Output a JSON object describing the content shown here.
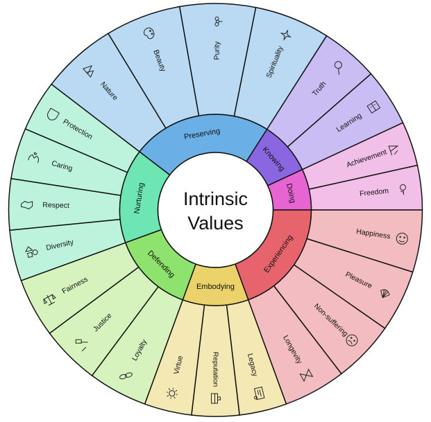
{
  "title": [
    "Intrinsic",
    "Values"
  ],
  "colors": {
    "preserving": [
      "#b9daf2",
      "#6ab0e6"
    ],
    "knowing": [
      "#c9bdf3",
      "#8a66e1"
    ],
    "doing": [
      "#f2bfe8",
      "#e765d2"
    ],
    "experiencing": [
      "#f3bcc0",
      "#e7646c"
    ],
    "embodying": [
      "#f4e9b4",
      "#ebd26a"
    ],
    "defending": [
      "#d6f2bd",
      "#8de36d"
    ],
    "nurturing": [
      "#bdf3dd",
      "#6de6b4"
    ]
  },
  "categories": [
    {
      "name": "Preserving",
      "color": "preserving",
      "start": -52.5,
      "end": 32.5,
      "values": [
        {
          "label": "Nature",
          "icon": "trees-icon"
        },
        {
          "label": "Beauty",
          "icon": "palette-icon"
        },
        {
          "label": "Purity",
          "icon": "flower-icon"
        },
        {
          "label": "Spirituality",
          "icon": "sparkle-icon"
        }
      ]
    },
    {
      "name": "Knowing",
      "color": "knowing",
      "start": 32.5,
      "end": 65,
      "values": [
        {
          "label": "Truth",
          "icon": "magnifier-icon"
        },
        {
          "label": "Learning",
          "icon": "book-icon"
        }
      ]
    },
    {
      "name": "Doing",
      "color": "doing",
      "start": 65,
      "end": 90,
      "values": [
        {
          "label": "Achievement",
          "icon": "flag-icon"
        },
        {
          "label": "Freedom",
          "icon": "rose-icon"
        }
      ]
    },
    {
      "name": "Experiencing",
      "color": "experiencing",
      "start": 90,
      "end": 160,
      "values": [
        {
          "label": "Happiness",
          "icon": "smile-icon"
        },
        {
          "label": "Pleasure",
          "icon": "shell-icon"
        },
        {
          "label": "Non-suffering",
          "icon": "frown-icon"
        },
        {
          "label": "Longevity",
          "icon": "hourglass-icon"
        }
      ]
    },
    {
      "name": "Embodying",
      "color": "embodying",
      "start": 160,
      "end": 200,
      "values": [
        {
          "label": "Legacy",
          "icon": "certificate-icon"
        },
        {
          "label": "Reputation",
          "icon": "pedestal-icon"
        },
        {
          "label": "Virtue",
          "icon": "sun-icon"
        }
      ]
    },
    {
      "name": "Defending",
      "color": "defending",
      "start": 200,
      "end": 250,
      "values": [
        {
          "label": "Loyalty",
          "icon": "chain-icon"
        },
        {
          "label": "Justice",
          "icon": "gavel-icon"
        },
        {
          "label": "Fairness",
          "icon": "scales-icon"
        }
      ]
    },
    {
      "name": "Nurturing",
      "color": "nurturing",
      "start": 250,
      "end": 307.5,
      "values": [
        {
          "label": "Diversity",
          "icon": "shapes-icon"
        },
        {
          "label": "Respect",
          "icon": "handshake-icon"
        },
        {
          "label": "Caring",
          "icon": "hands-icon"
        },
        {
          "label": "Protection",
          "icon": "shield-icon"
        }
      ]
    }
  ]
}
